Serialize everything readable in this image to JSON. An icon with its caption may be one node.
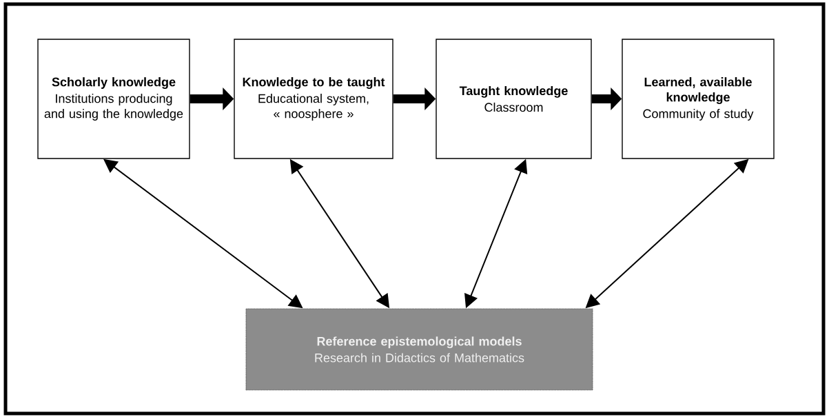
{
  "diagram": {
    "nodes": [
      {
        "text": [
          "Scholarly knowledge",
          "Institutions producing and using the knowledge"
        ]
      },
      {
        "text": [
          "Knowledge to be taught",
          "Educational system, « noosphere »"
        ]
      },
      {
        "text": [
          "Taught knowledge",
          "Classroom"
        ]
      },
      {
        "text": [
          "Learned, available knowledge",
          "Community of study"
        ]
      },
      {
        "text": [
          "Reference epistemological models",
          "Research in Didactics of Mathematics"
        ]
      }
    ],
    "edges": [
      {
        "from": 0,
        "to": 1,
        "arrow": "to",
        "style": "thick"
      },
      {
        "from": 1,
        "to": 2,
        "arrow": "to",
        "style": "thick"
      },
      {
        "from": 2,
        "to": 3,
        "arrow": "to",
        "style": "thick"
      },
      {
        "from": 0,
        "to": 4,
        "arrow": "both"
      },
      {
        "from": 1,
        "to": 4,
        "arrow": "both"
      },
      {
        "from": 2,
        "to": 4,
        "arrow": "both"
      },
      {
        "from": 3,
        "to": 4,
        "arrow": "both"
      }
    ]
  }
}
